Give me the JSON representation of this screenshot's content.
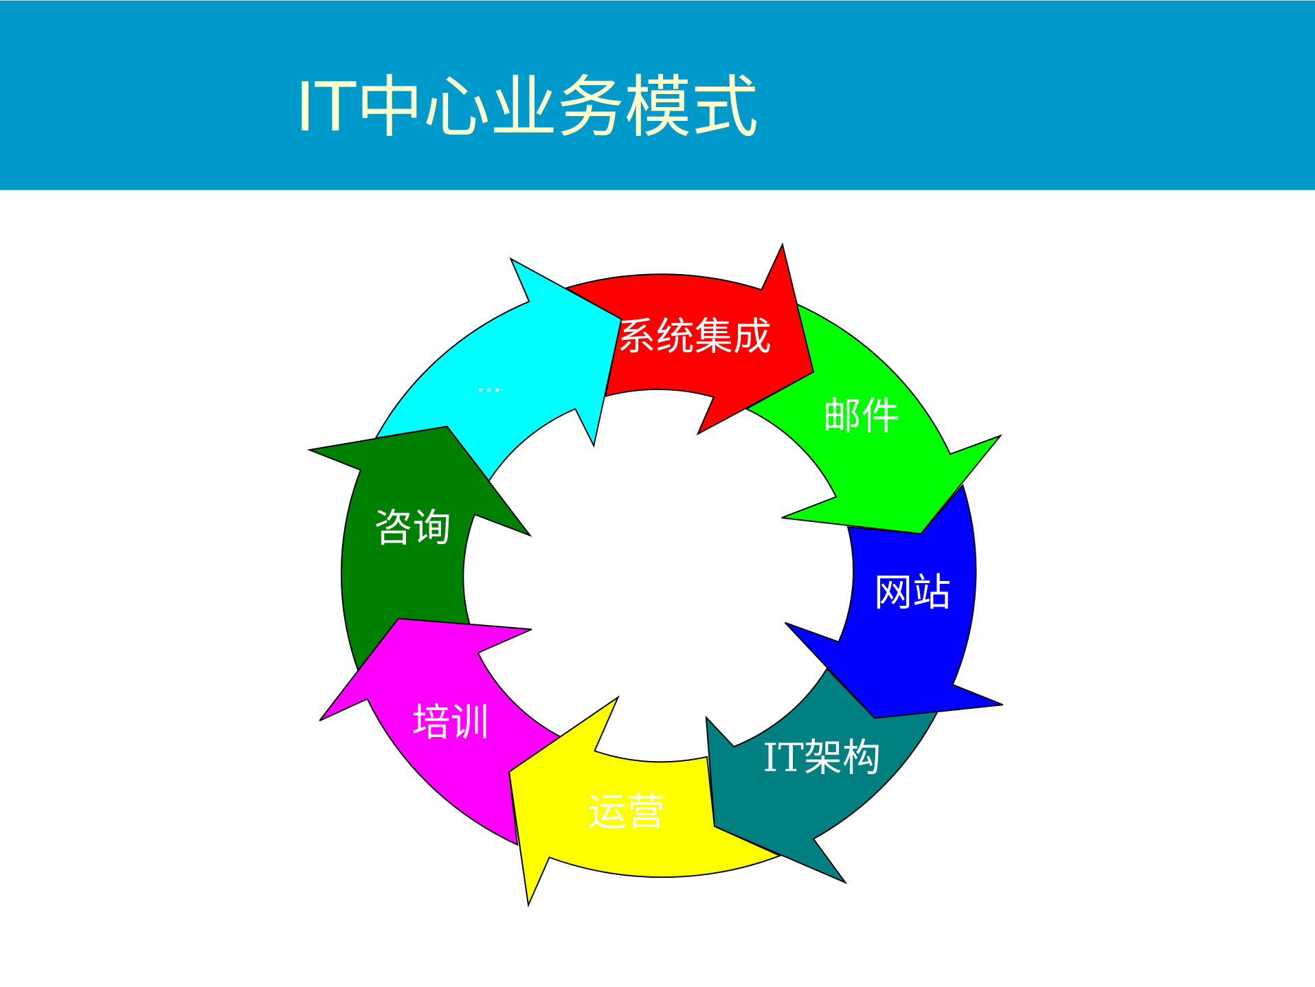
{
  "slide": {
    "title": "IT中心业务模式",
    "header_color": "#0099CC",
    "title_color": "#FFFFCC"
  },
  "cycle": {
    "items": [
      {
        "label": "系统集成",
        "color": "#FF0000"
      },
      {
        "label": "邮件",
        "color": "#00FF00"
      },
      {
        "label": "网站",
        "color": "#0000FF"
      },
      {
        "label": "IT架构",
        "color": "#008080"
      },
      {
        "label": "运营",
        "color": "#FFFF00"
      },
      {
        "label": "培训",
        "color": "#FF00FF"
      },
      {
        "label": "咨询",
        "color": "#008000"
      },
      {
        "label": "…",
        "color": "#00FFFF"
      }
    ]
  }
}
